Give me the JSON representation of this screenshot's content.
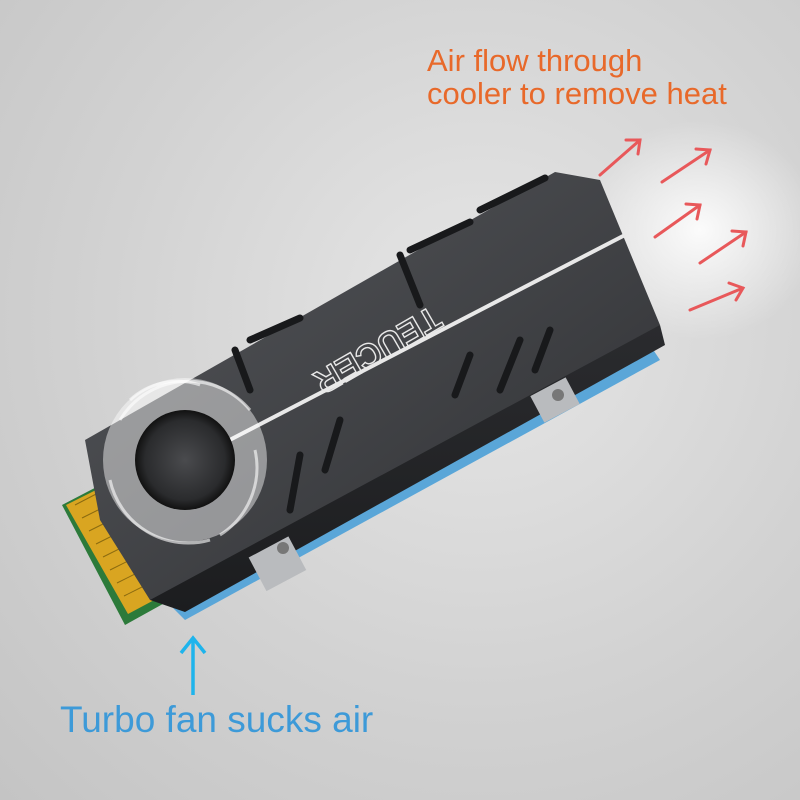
{
  "annotations": {
    "airflow_line1": "Air flow through",
    "airflow_line2": "cooler to remove heat",
    "fan_caption": "Turbo fan sucks air"
  },
  "product": {
    "logo_text": "TEUCER"
  },
  "colors": {
    "airflow_text": "#e8692a",
    "airflow_arrows": "#e8585a",
    "fan_text": "#3d9ad8",
    "fan_arrow": "#1eb4ec",
    "heatsink": "#3a3b3e",
    "thermal_pad": "#5aa6d8",
    "connector": "#d9a521"
  },
  "icons": {
    "airflow": "arrow-up-right-icon",
    "intake": "arrow-up-icon"
  }
}
